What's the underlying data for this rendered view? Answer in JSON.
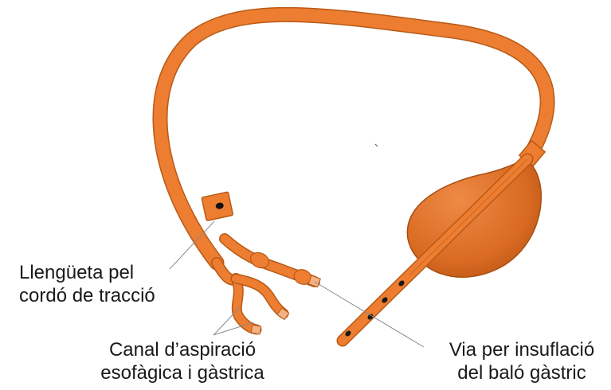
{
  "labels": {
    "tab": {
      "line1": "Llengüeta pel",
      "line2": "cordó de tracció"
    },
    "aspiration": {
      "line1": "Canal d’aspiració",
      "line2": "esofàgica i gàstrica"
    },
    "insufflation": {
      "line1": "Via per insuflació",
      "line2": "del baló gàstric"
    }
  },
  "colors": {
    "tube": "#ED7D31",
    "tube_stroke": "#B85A16",
    "balloon": "#D96A22",
    "caps": "#F4B183",
    "leader": "#8C8C8C",
    "text": "#1A1A1A"
  }
}
